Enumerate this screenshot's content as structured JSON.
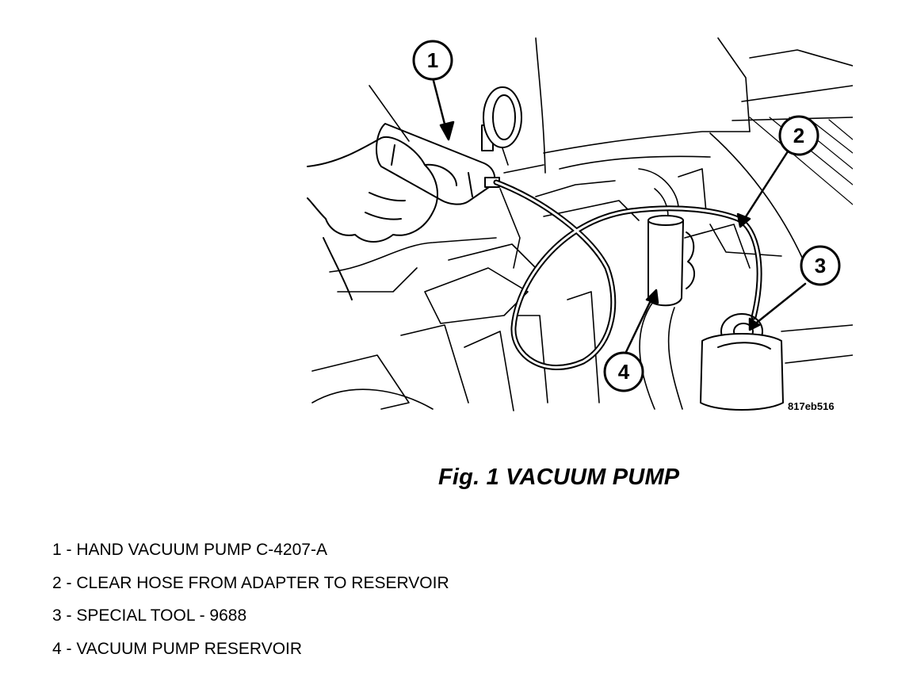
{
  "figure": {
    "ref_code": "817eb516",
    "title": "Fig. 1 VACUUM PUMP",
    "callouts": [
      {
        "number": "1"
      },
      {
        "number": "2"
      },
      {
        "number": "3"
      },
      {
        "number": "4"
      }
    ]
  },
  "legend": {
    "items": [
      {
        "label": "1 - HAND VACUUM PUMP C-4207-A"
      },
      {
        "label": "2 - CLEAR HOSE FROM ADAPTER TO RESERVOIR"
      },
      {
        "label": "3 - SPECIAL TOOL - 9688"
      },
      {
        "label": "4 - VACUUM PUMP RESERVOIR"
      }
    ]
  }
}
